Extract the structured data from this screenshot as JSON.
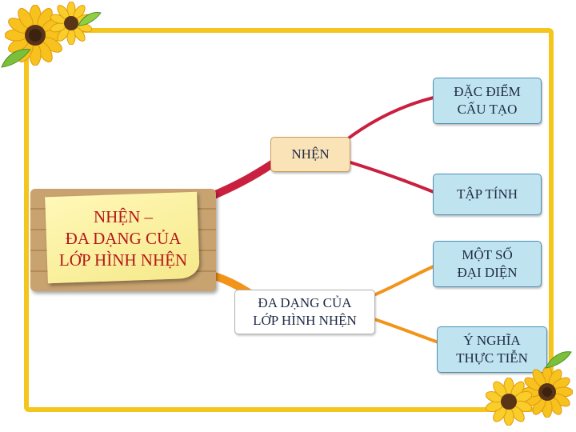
{
  "central_topic": "NHỆN –\nĐA DẠNG CỦA\nLỚP HÌNH NHỆN",
  "branches": {
    "spider": "NHỆN",
    "structure": "ĐẶC ĐIỂM\nCẤU TẠO",
    "behavior": "TẬP TÍNH",
    "diversity": "ĐA DẠNG CỦA\nLỚP HÌNH NHỆN",
    "representatives": "MỘT SỐ\nĐẠI DIỆN",
    "significance": "Ý NGHĨA\nTHỰC TIỄN"
  },
  "colors": {
    "frame": "#f4c51c",
    "central_text": "#b4181c",
    "branch_crimson": "#c9203f",
    "branch_orange": "#f29419",
    "box_blue": "#bfe3ef",
    "box_peach": "#fbe3b8"
  },
  "icons": [
    "sunflower-icon"
  ]
}
